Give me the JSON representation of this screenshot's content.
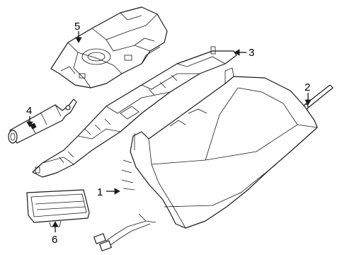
{
  "callouts": [
    {
      "id": "1",
      "text": "1"
    },
    {
      "id": "2",
      "text": "2"
    },
    {
      "id": "3",
      "text": "3"
    },
    {
      "id": "4",
      "text": "4"
    },
    {
      "id": "5",
      "text": "5"
    },
    {
      "id": "6",
      "text": "6"
    }
  ]
}
